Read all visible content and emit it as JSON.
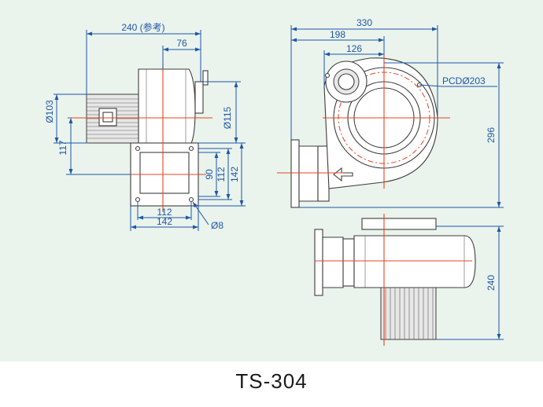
{
  "model": "TS-304",
  "dims": {
    "overall_width_ref": "240 (参考)",
    "d76": "76",
    "d103": "Ø103",
    "d117": "117",
    "d115": "Ø115",
    "d90": "90",
    "d112_v": "112",
    "d142_v": "142",
    "d112_h": "112",
    "d142_h": "142",
    "hole": "Ø8",
    "d330": "330",
    "d198": "198",
    "d126": "126",
    "pcd": "PCDØ203",
    "d296": "296",
    "d240": "240"
  },
  "colors": {
    "dimension": "#1f57a8",
    "centerline": "#e4461e",
    "background": "#eaf3ec"
  }
}
